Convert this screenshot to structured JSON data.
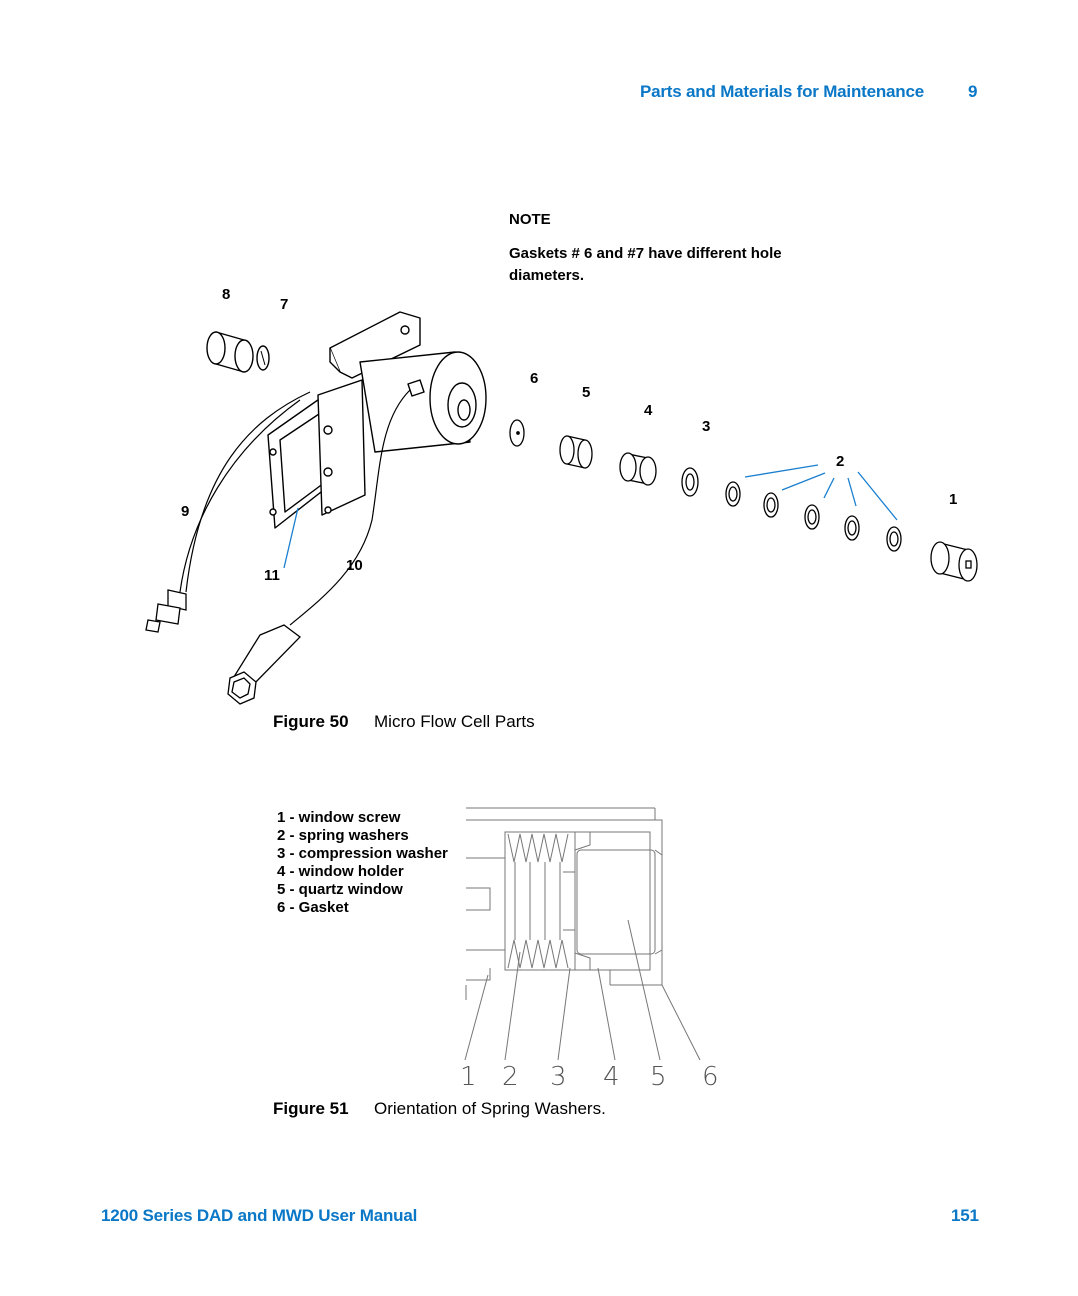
{
  "header": {
    "section_title": "Parts and Materials for Maintenance",
    "chapter_number": "9"
  },
  "note": {
    "title": "NOTE",
    "text": "Gaskets # 6 and #7 have different hole diameters."
  },
  "figure50": {
    "callouts": {
      "c1": "1",
      "c2": "2",
      "c3": "3",
      "c4": "4",
      "c5": "5",
      "c6": "6",
      "c7": "7",
      "c8": "8",
      "c9": "9",
      "c10": "10",
      "c11": "11"
    },
    "caption_label": "Figure 50",
    "caption_text": "Micro Flow Cell Parts"
  },
  "figure51": {
    "legend": [
      "1 - window screw",
      "2 - spring washers",
      "3 - compression washer",
      "4 - window holder",
      "5 - quartz window",
      "6 - Gasket"
    ],
    "numbers": [
      "1",
      "2",
      "3",
      "4",
      "5",
      "6"
    ],
    "caption_label": "Figure 51",
    "caption_text": "Orientation of Spring Washers."
  },
  "footer": {
    "manual_title": "1200 Series DAD and MWD User Manual",
    "page_number": "151"
  }
}
